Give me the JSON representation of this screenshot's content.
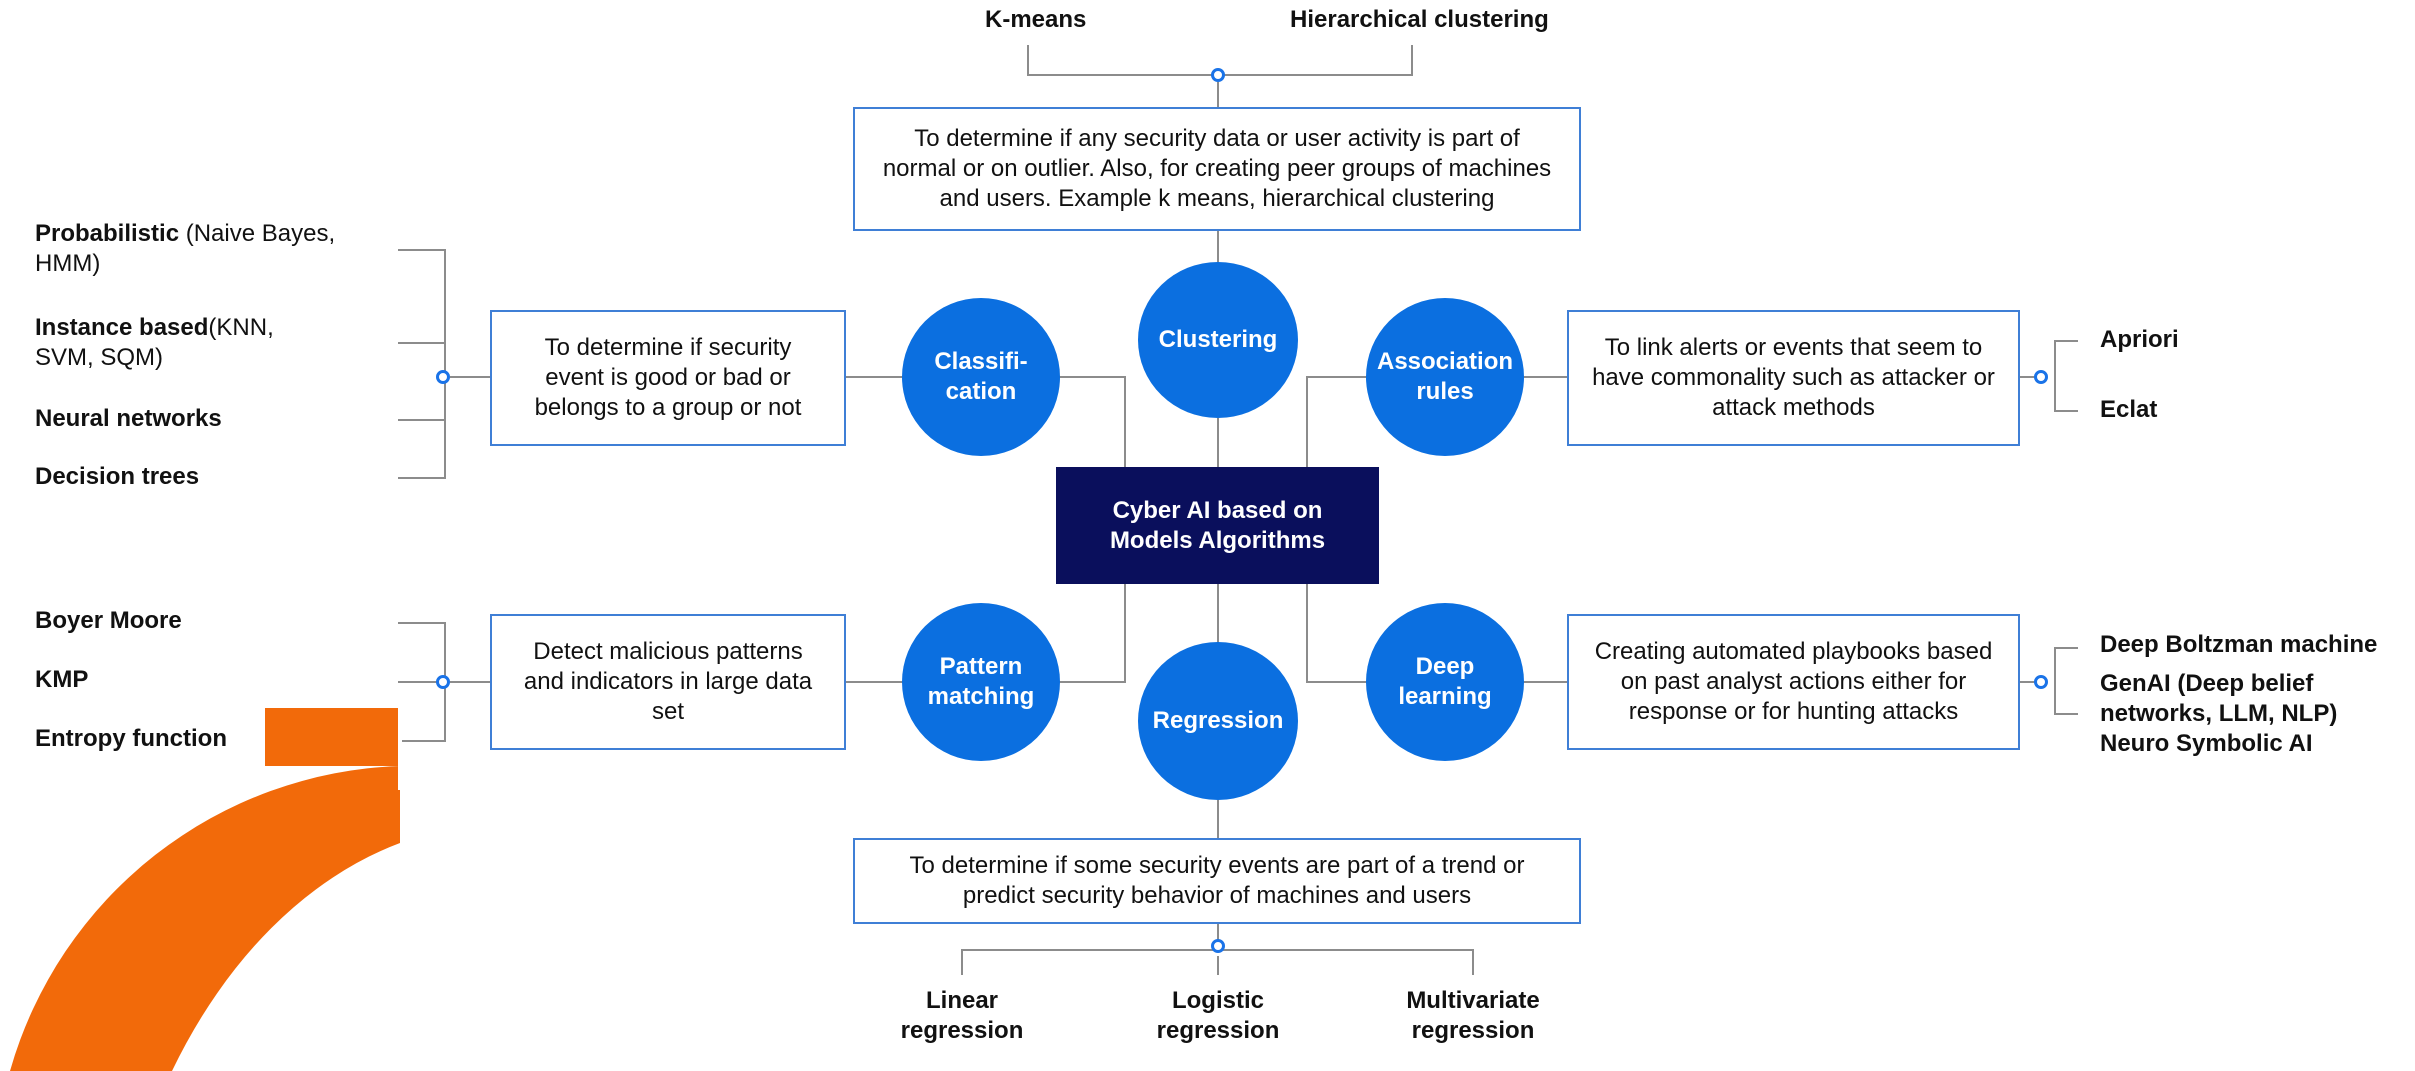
{
  "center": {
    "title": "Cyber AI based on\nModels Algorithms"
  },
  "circles": {
    "clustering": "Clustering",
    "classification": "Classifi-\ncation",
    "association": "Association\nrules",
    "pattern": "Pattern\nmatching",
    "deep": "Deep\nlearning",
    "regression": "Regression"
  },
  "boxes": {
    "clustering": "To determine if any security data or user activity is part of normal or on outlier. Also, for creating peer groups of machines and users. Example k means, hierarchical clustering",
    "classification": "To determine if security event is good or bad or belongs to a group or not",
    "association": "To link alerts or events that seem to have commonality such as attacker or attack methods",
    "pattern": "Detect malicious patterns and indicators in large data set",
    "deep": "Creating automated playbooks based on past analyst actions either for response or for hunting attacks",
    "regression": "To determine if some security events are part of a trend or predict security behavior of machines and users"
  },
  "clustering_examples": [
    "K-means",
    "Hierarchical clustering"
  ],
  "classification_examples": [
    {
      "bold": "Probabilistic",
      "rest": " (Naive Bayes,\nHMM)"
    },
    {
      "bold": "Instance based",
      "rest": "(KNN,\n SVM, SQM)"
    },
    {
      "bold": "Neural networks",
      "rest": ""
    },
    {
      "bold": "Decision trees",
      "rest": ""
    }
  ],
  "pattern_examples": [
    "Boyer Moore",
    "KMP",
    "Entropy function"
  ],
  "association_examples": [
    "Apriori",
    "Eclat"
  ],
  "deep_examples": [
    "Deep Boltzman machine",
    "GenAI (Deep belief\nnetworks, LLM, NLP)\nNeuro Symbolic AI"
  ],
  "regression_examples": [
    "Linear\nregression",
    "Logistic\nregression",
    "Multivariate\nregression"
  ],
  "colors": {
    "circle": "#0b6fe0",
    "center": "#0a0f5c",
    "box_border": "#3f7fd6",
    "connector": "#8c8c8c",
    "decoration": "#f26a0a"
  }
}
